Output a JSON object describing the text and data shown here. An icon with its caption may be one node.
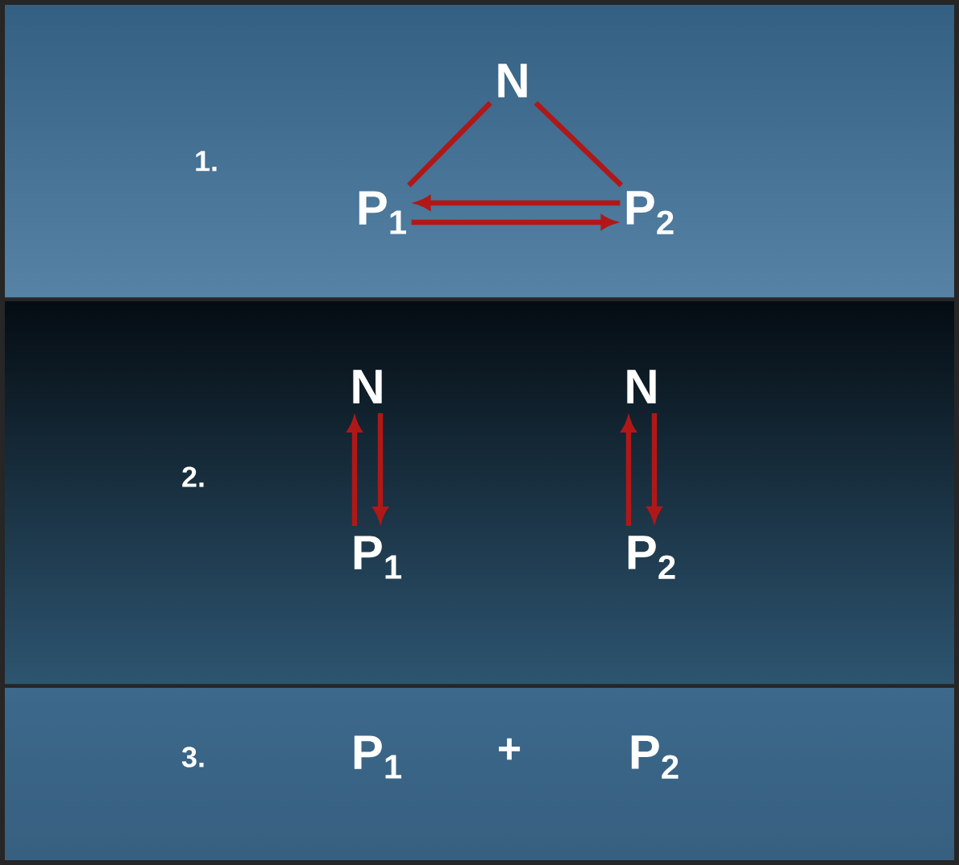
{
  "diagram": {
    "nodes": [
      {
        "text": [
          "N"
        ]
      },
      {
        "text": [
          "P$_{1}$"
        ]
      },
      {
        "text": [
          "P$_{2}$"
        ]
      },
      {
        "text": [
          "N"
        ]
      },
      {
        "text": [
          "P$_{1}$"
        ]
      },
      {
        "text": [
          "N"
        ]
      },
      {
        "text": [
          "P$_{2}$"
        ]
      },
      {
        "text": [
          "P$_{1}$"
        ]
      },
      {
        "text": [
          "P$_{2}$"
        ]
      }
    ],
    "edges": [
      {
        "from": 0,
        "to": 1,
        "arrow": "none"
      },
      {
        "from": 0,
        "to": 2,
        "arrow": "none"
      },
      {
        "from": 2,
        "to": 1,
        "arrow": "to"
      },
      {
        "from": 1,
        "to": 2,
        "arrow": "to"
      },
      {
        "from": 4,
        "to": 3,
        "arrow": "to"
      },
      {
        "from": 3,
        "to": 4,
        "arrow": "to"
      },
      {
        "from": 6,
        "to": 5,
        "arrow": "to"
      },
      {
        "from": 5,
        "to": 6,
        "arrow": "to"
      }
    ],
    "labels": [
      "1.",
      "2.",
      "3.",
      "+"
    ]
  }
}
